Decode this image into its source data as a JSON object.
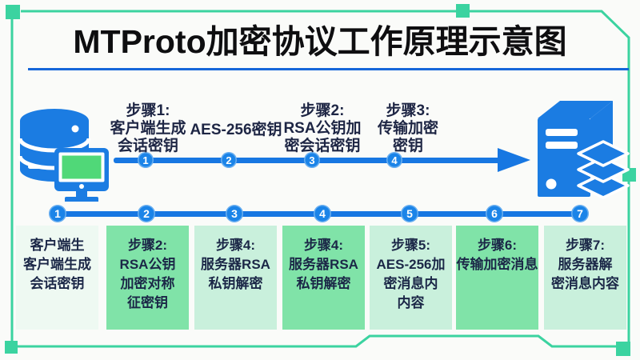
{
  "title": "MTProto加密协议工作原理示意图",
  "top_flow": {
    "steps": [
      {
        "number": "1",
        "lines": [
          "步骤1:",
          "客户端生成",
          "会话密钥"
        ]
      },
      {
        "number": "2",
        "lines": [
          "AES-256密钥"
        ]
      },
      {
        "number": "3",
        "lines": [
          "步骤2:",
          "RSA公钥加",
          "密会话密钥"
        ]
      },
      {
        "number": "4",
        "lines": [
          "步骤3:",
          "传输加密",
          "密钥"
        ]
      }
    ]
  },
  "bottom_flow": {
    "numbers": [
      "1",
      "2",
      "3",
      "4",
      "5",
      "6",
      "7"
    ],
    "boxes": [
      {
        "lines": [
          "客户端生",
          "客户端生成",
          "会话密钥"
        ],
        "tone": "pale"
      },
      {
        "lines": [
          "步骤2:",
          "RSA公钥",
          "加密对称",
          "征密钥"
        ],
        "tone": "medium"
      },
      {
        "lines": [
          "步骤4:",
          "服务器RSA",
          "私钥解密"
        ],
        "tone": "light"
      },
      {
        "lines": [
          "步骤4:",
          "服务器RSA",
          "私钥解密"
        ],
        "tone": "medium"
      },
      {
        "lines": [
          "步骤5:",
          "AES-256加",
          "密消息内",
          "内容"
        ],
        "tone": "light"
      },
      {
        "lines": [
          "步骤6:",
          "传输加密消息"
        ],
        "tone": "medium"
      },
      {
        "lines": [
          "步骤7:",
          "服务器解",
          "密消息内容"
        ],
        "tone": "light"
      }
    ]
  },
  "icons": {
    "client": "database-computer-icon",
    "server": "server-database-stack-icon"
  },
  "colors": {
    "arrow_blue": "#1777e2",
    "circle_blue": "#1b84e8",
    "underline_blue": "#1566d9",
    "frame_green": "#3bd3a0",
    "box_pale": "#eef9f2",
    "box_light": "#c9f0dc",
    "box_medium": "#80e3a8",
    "text_navy": "#1d2544",
    "icon_blue": "#1b7ce2",
    "screen_green": "#50d878"
  }
}
